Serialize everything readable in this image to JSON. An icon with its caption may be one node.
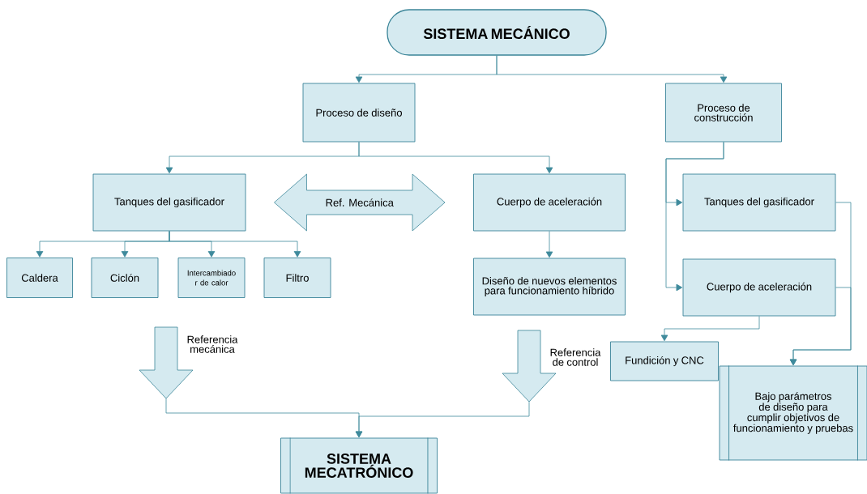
{
  "diagram": {
    "nodes": [
      {
        "text": [
          "SISTEMA MECÁNICO"
        ]
      },
      {
        "text": [
          "Proceso de diseño"
        ]
      },
      {
        "text": [
          "Proceso de construcción"
        ]
      },
      {
        "text": [
          "Tanques del gasificador"
        ]
      },
      {
        "text": [
          "Cuerpo de aceleración"
        ]
      },
      {
        "text": [
          "Caldera"
        ]
      },
      {
        "text": [
          "Ciclón"
        ]
      },
      {
        "text": [
          "Intercambiado r de calor"
        ]
      },
      {
        "text": [
          "Filtro"
        ]
      },
      {
        "text": [
          "Diseño de nuevos elementos para funcionamiento híbrido"
        ]
      },
      {
        "text": [
          "Tanques del gasificador"
        ]
      },
      {
        "text": [
          "Cuerpo de aceleración"
        ]
      },
      {
        "text": [
          "Fundición y CNC"
        ]
      },
      {
        "text": [
          "Bajo parámetros de diseño para cumplir objetivos de funcionamiento y pruebas"
        ]
      },
      {
        "text": [],
        "shape": "arrow",
        "beside": [
          "Referencia mecánica"
        ]
      },
      {
        "text": [],
        "shape": "arrow",
        "beside": [
          "Referencia de control"
        ]
      },
      {
        "text": [
          "SISTEMA MECATRÓNICO"
        ]
      }
    ],
    "edges": [
      {
        "from": 0,
        "to": 1,
        "arrow": "to"
      },
      {
        "from": 0,
        "to": 2,
        "arrow": "to"
      },
      {
        "from": 1,
        "to": 3,
        "arrow": "to"
      },
      {
        "from": 1,
        "to": 4,
        "arrow": "to"
      },
      {
        "from": 3,
        "to": 4,
        "arrow": "both",
        "label": "Ref. Mecánica"
      },
      {
        "from": 3,
        "to": 5,
        "arrow": "to"
      },
      {
        "from": 3,
        "to": 6,
        "arrow": "to"
      },
      {
        "from": 3,
        "to": 7,
        "arrow": "to"
      },
      {
        "from": 3,
        "to": 8,
        "arrow": "to"
      },
      {
        "from": 4,
        "to": 9,
        "arrow": "to"
      },
      {
        "from": 2,
        "to": 10,
        "arrow": "to"
      },
      {
        "from": 2,
        "to": 11,
        "arrow": "to"
      },
      {
        "from": 11,
        "to": 12,
        "arrow": "to"
      },
      {
        "from": 10,
        "to": 13,
        "arrow": "to"
      },
      {
        "from": 11,
        "to": 13,
        "arrow": "to"
      },
      {
        "from": 14,
        "to": 16,
        "arrow": "to"
      },
      {
        "from": 15,
        "to": 16,
        "arrow": "to"
      }
    ]
  }
}
